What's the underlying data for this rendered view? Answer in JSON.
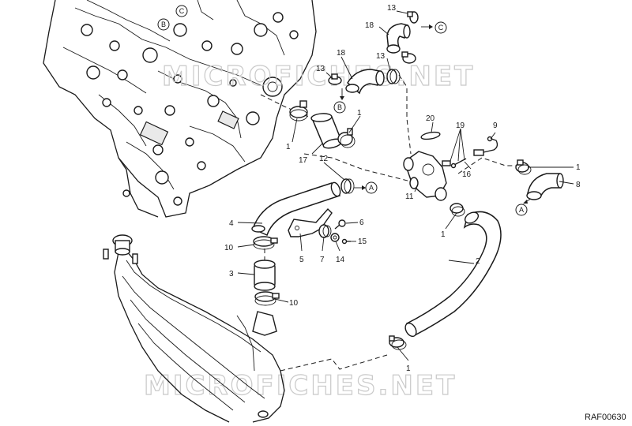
{
  "watermark": {
    "text": "MICROFICHES.NET"
  },
  "reference_code": "RAF00630",
  "connectors": {
    "a": "A",
    "b": "B",
    "c": "C"
  },
  "callouts": {
    "p1": "1",
    "p2": "2",
    "p3": "3",
    "p4": "4",
    "p5": "5",
    "p6": "6",
    "p7": "7",
    "p8": "8",
    "p9": "9",
    "p10": "10",
    "p11": "11",
    "p12": "12",
    "p13": "13",
    "p14": "14",
    "p15": "15",
    "p16": "16",
    "p17": "17",
    "p18": "18",
    "p19": "19",
    "p20": "20"
  },
  "colors": {
    "line": "#1a1a1a",
    "watermark": "#c9c9c9",
    "background": "#ffffff"
  }
}
